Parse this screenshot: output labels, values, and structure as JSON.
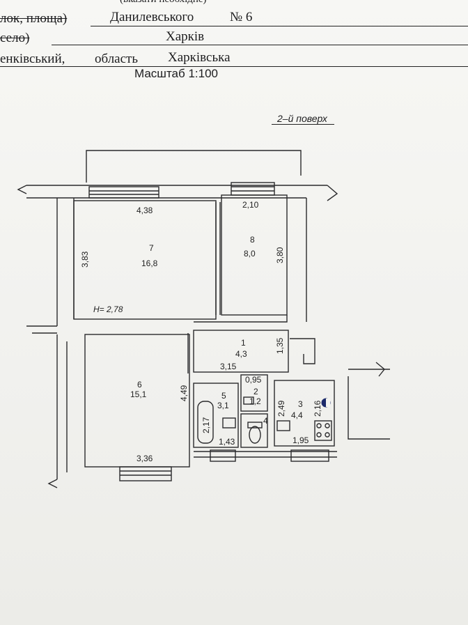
{
  "header": {
    "top_cut": "(вказати необхідне)",
    "row1_left": "лок, площа)",
    "row1_street": "Данилевського",
    "row1_number": "№ 6",
    "row2_left": "село)",
    "row2_city": "Харків",
    "row3_district": "енківський,",
    "row3_oblast_label": "область",
    "row3_oblast": "Харківська",
    "scale": "Масштаб 1:100"
  },
  "floor_label": "2–й поверх",
  "ceiling_height": "H= 2,78",
  "rooms": [
    {
      "number": "1",
      "area": "4,3"
    },
    {
      "number": "2",
      "area": "1,2"
    },
    {
      "number": "3",
      "area": "4,4"
    },
    {
      "number": "4",
      "area": ""
    },
    {
      "number": "5",
      "area": "3,1"
    },
    {
      "number": "6",
      "area": "15,1"
    },
    {
      "number": "7",
      "area": "16,8"
    },
    {
      "number": "8",
      "area": "8,0"
    }
  ],
  "dimensions": {
    "r7_width": "4,38",
    "r7_height": "3,83",
    "r8_width": "2,10",
    "r8_height": "3,80",
    "r1_height": "1,35",
    "r1_width": "3,15",
    "r2_width": "0,95",
    "r2_height": "2,49",
    "r3_height": "2,16",
    "r3_width": "1,95",
    "r5_height": "2,17",
    "r5_width": "1,43",
    "r6_height": "4,49",
    "r6_width": "3,36"
  }
}
